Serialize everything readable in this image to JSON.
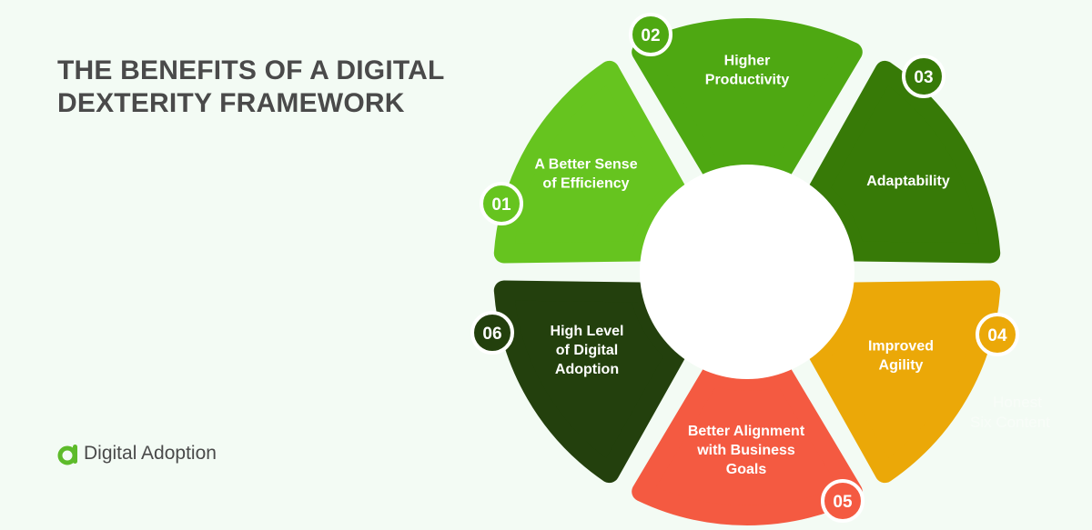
{
  "title": {
    "line1": "THE BENEFITS OF A DIGITAL",
    "line2": "DEXTERITY FRAMEWORK"
  },
  "logo": {
    "text": "Digital Adoption",
    "icon": "digital-adoption-logo-icon",
    "color": "#5dbb2a"
  },
  "center_color": "#ffffff",
  "segments": [
    {
      "number": "01",
      "lines": [
        "A Better Sense",
        "of Efficiency"
      ],
      "color": "#66c41f"
    },
    {
      "number": "02",
      "lines": [
        "Higher",
        "Productivity"
      ],
      "color": "#4ea812"
    },
    {
      "number": "03",
      "lines": [
        "Adaptability"
      ],
      "color": "#377a07"
    },
    {
      "number": "04",
      "lines": [
        "Improved",
        "Agility"
      ],
      "color": "#eba808"
    },
    {
      "number": "05",
      "lines": [
        "Better Alignment",
        "with Business",
        "Goals"
      ],
      "color": "#f45a41"
    },
    {
      "number": "06",
      "lines": [
        "High Level",
        "of Digital",
        "Adoption"
      ],
      "color": "#23400d"
    }
  ],
  "watermark": {
    "line1": "Honest",
    "line2": "Six Content"
  }
}
